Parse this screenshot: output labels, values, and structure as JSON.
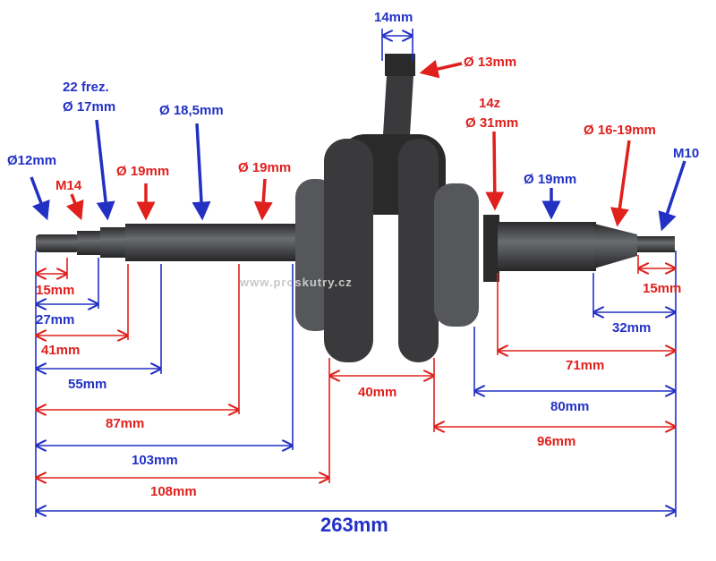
{
  "watermark": "www.proskutry.cz",
  "colors": {
    "red": "#e0201c",
    "blue": "#2231c4",
    "metal": "#3a3a3c"
  },
  "callouts": {
    "d12": "Ø12mm",
    "m14": "M14",
    "spline_1": "22 frez.",
    "spline_2": "Ø 17mm",
    "d19_a": "Ø 19mm",
    "d185": "Ø 18,5mm",
    "d19_b": "Ø 19mm",
    "rod_width": "14mm",
    "small_end": "Ø 13mm",
    "gear_1": "14z",
    "gear_2": "Ø 31mm",
    "d19_right": "Ø 19mm",
    "taper": "Ø 16-19mm",
    "m10": "M10"
  },
  "dimensions": {
    "l15": "15mm",
    "l27": "27mm",
    "l41": "41mm",
    "l55": "55mm",
    "l87": "87mm",
    "l103": "103mm",
    "l108": "108mm",
    "web40": "40mm",
    "r15": "15mm",
    "r32": "32mm",
    "r71": "71mm",
    "r80": "80mm",
    "r96": "96mm",
    "total": "263mm"
  }
}
